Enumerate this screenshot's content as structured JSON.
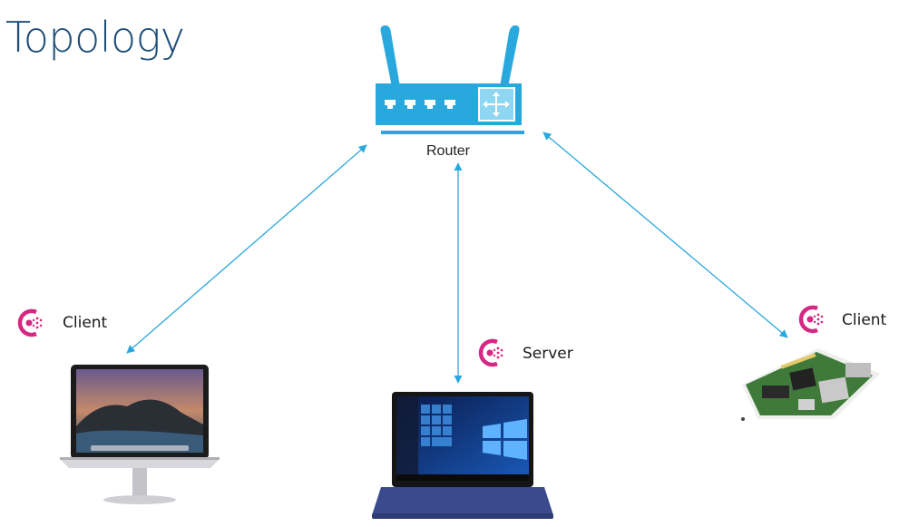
{
  "title": "Topology",
  "nodes": {
    "router": {
      "label": "Router",
      "icon": "router-icon"
    },
    "client_left": {
      "label": "Client",
      "icon": "consul-logo-icon",
      "device": "macbook-laptop-icon"
    },
    "server": {
      "label": "Server",
      "icon": "consul-logo-icon",
      "device": "windows-laptop-icon"
    },
    "client_right": {
      "label": "Client",
      "icon": "consul-logo-icon",
      "device": "raspberry-pi-board-icon"
    }
  },
  "colors": {
    "title": "#1f4e79",
    "router": "#29a8dd",
    "link": "#29a8dd",
    "consul_logo": "#d62783"
  }
}
